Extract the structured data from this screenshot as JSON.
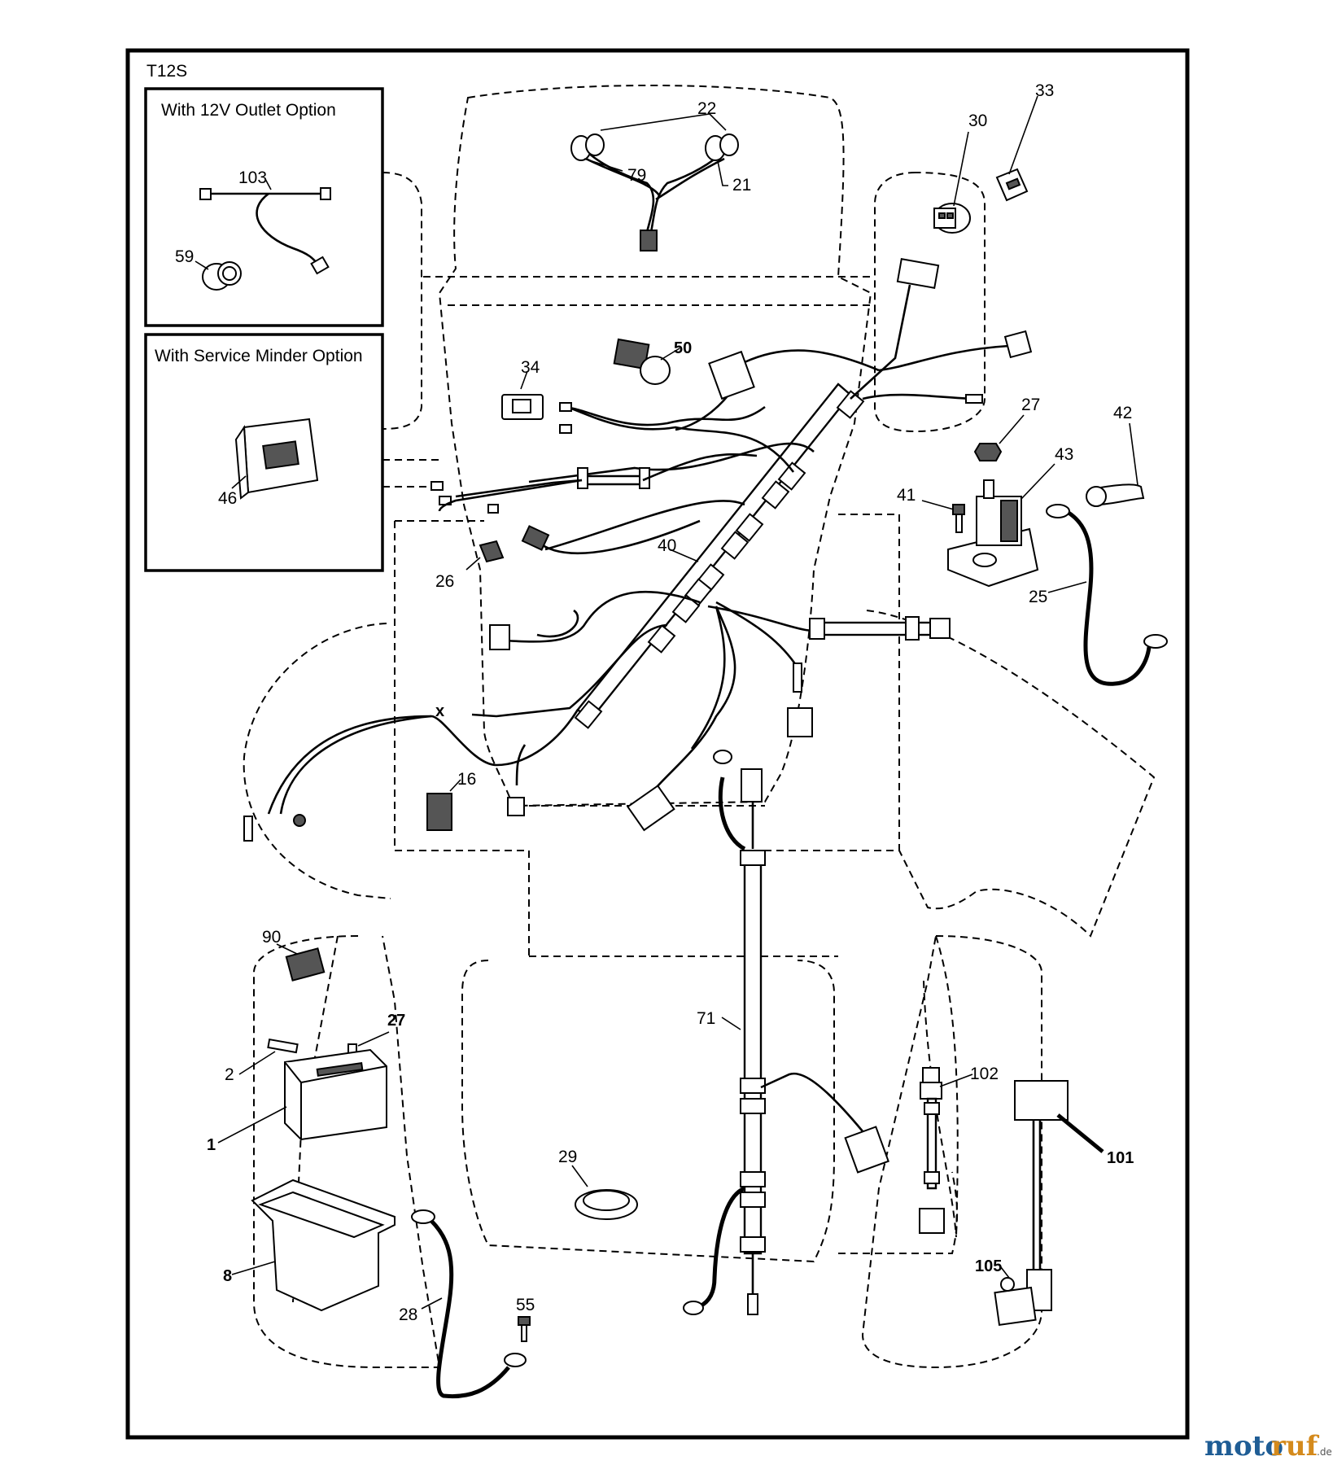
{
  "diagram": {
    "model_code": "T12S",
    "inset_12v_title": "With 12V Outlet Option",
    "inset_service_title": "With Service Minder Option"
  },
  "callouts": [
    {
      "id": "22",
      "text": "22",
      "bold": false
    },
    {
      "id": "79",
      "text": "79",
      "bold": false
    },
    {
      "id": "21",
      "text": "21",
      "bold": false
    },
    {
      "id": "30",
      "text": "30",
      "bold": false
    },
    {
      "id": "33",
      "text": "33",
      "bold": false
    },
    {
      "id": "103",
      "text": "103",
      "bold": false
    },
    {
      "id": "59",
      "text": "59",
      "bold": false
    },
    {
      "id": "46",
      "text": "46",
      "bold": false
    },
    {
      "id": "34",
      "text": "34",
      "bold": false
    },
    {
      "id": "50",
      "text": "50",
      "bold": true
    },
    {
      "id": "27a",
      "text": "27",
      "bold": false
    },
    {
      "id": "43",
      "text": "43",
      "bold": false
    },
    {
      "id": "42",
      "text": "42",
      "bold": false
    },
    {
      "id": "41",
      "text": "41",
      "bold": false
    },
    {
      "id": "25",
      "text": "25",
      "bold": false
    },
    {
      "id": "40",
      "text": "40",
      "bold": false
    },
    {
      "id": "26",
      "text": "26",
      "bold": false
    },
    {
      "id": "16",
      "text": "16",
      "bold": false
    },
    {
      "id": "90",
      "text": "90",
      "bold": false
    },
    {
      "id": "27b",
      "text": "27",
      "bold": true
    },
    {
      "id": "2",
      "text": "2",
      "bold": false
    },
    {
      "id": "1",
      "text": "1",
      "bold": true
    },
    {
      "id": "8",
      "text": "8",
      "bold": true
    },
    {
      "id": "28",
      "text": "28",
      "bold": false
    },
    {
      "id": "55",
      "text": "55",
      "bold": false
    },
    {
      "id": "71",
      "text": "71",
      "bold": false
    },
    {
      "id": "29",
      "text": "29",
      "bold": false
    },
    {
      "id": "102",
      "text": "102",
      "bold": false
    },
    {
      "id": "101",
      "text": "101",
      "bold": true
    },
    {
      "id": "105",
      "text": "105",
      "bold": true
    }
  ],
  "watermark": {
    "brand_a": "moto",
    "brand_b": "ruf",
    "tld": ".de"
  }
}
